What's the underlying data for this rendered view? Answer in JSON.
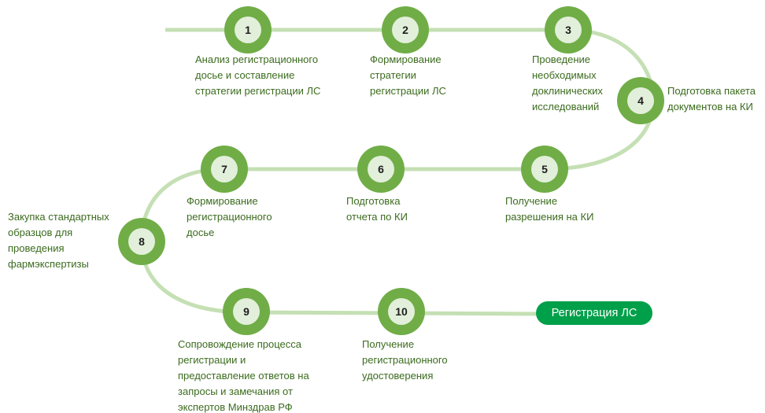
{
  "steps": [
    {
      "num": "1",
      "text": "Анализ регистрационного\nдосье и составление\nстратегии регистрации ЛС"
    },
    {
      "num": "2",
      "text": "Формирование\nстратегии\nрегистрации ЛС"
    },
    {
      "num": "3",
      "text": "Проведение\nнеобходимых\nдоклинических\nисследований"
    },
    {
      "num": "4",
      "text": "Подготовка пакета\nдокументов на КИ"
    },
    {
      "num": "5",
      "text": "Получение\nразрешения на КИ"
    },
    {
      "num": "6",
      "text": "Подготовка\nотчета по КИ"
    },
    {
      "num": "7",
      "text": "Формирование\nрегистрационного\nдосье"
    },
    {
      "num": "8",
      "text": "Закупка стандартных\nобразцов для\nпроведения\nфармэкспертизы"
    },
    {
      "num": "9",
      "text": "Сопровождение процесса\nрегистрации и\nпредоставление ответов на\nзапросы и замечания от\nэкспертов Минздрав РФ"
    },
    {
      "num": "10",
      "text": "Получение\nрегистрационного\nудостоверения"
    }
  ],
  "final_label": "Регистрация ЛС",
  "colors": {
    "path": "#c5e0b4",
    "circle": "#70ad47",
    "inner": "#e2efda",
    "text": "#3b6b1e",
    "final": "#00a04a"
  }
}
